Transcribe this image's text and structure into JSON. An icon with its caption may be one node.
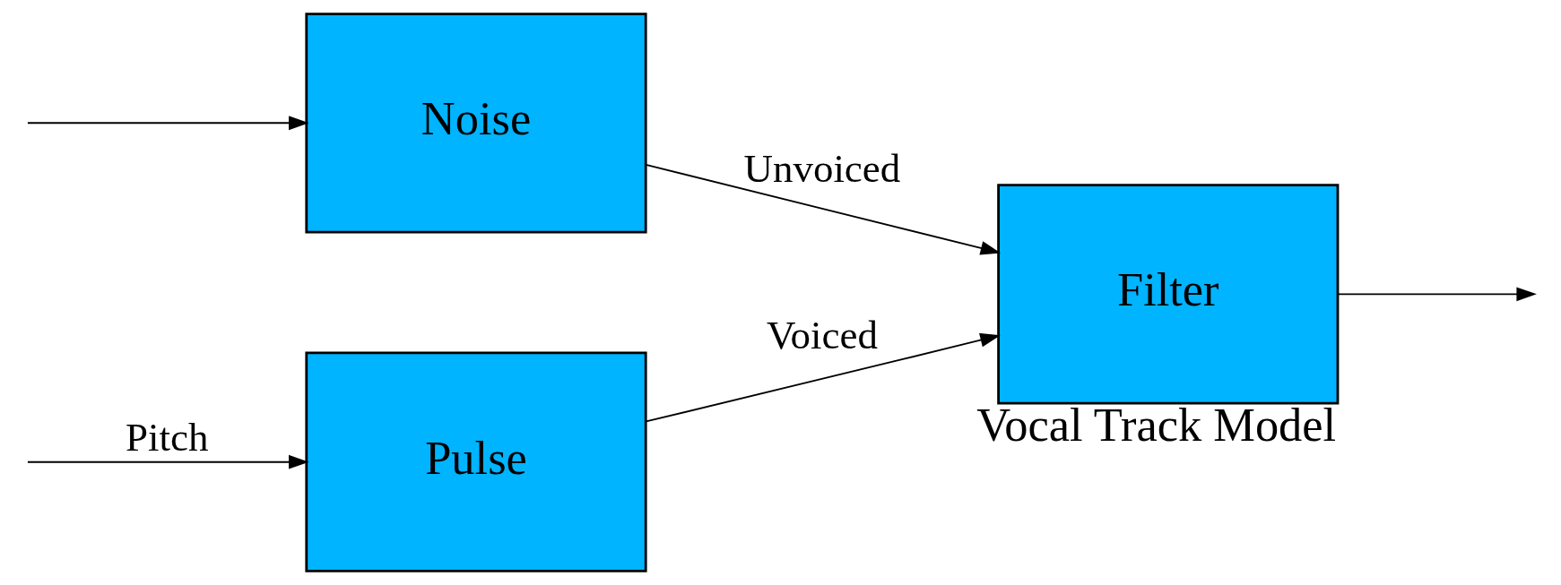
{
  "diagram": {
    "nodes": [
      {
        "text": [
          "Pulse"
        ]
      },
      {
        "text": [
          "Noise"
        ]
      },
      {
        "text": [
          "Filter"
        ],
        "beside": [
          "Vocal Track Model"
        ]
      }
    ],
    "edges": [
      {
        "from": null,
        "to": 0,
        "arrow": "to",
        "label": "Pitch"
      },
      {
        "from": null,
        "to": 1,
        "arrow": "to"
      },
      {
        "from": 0,
        "to": 2,
        "arrow": "to",
        "label": "Voiced"
      },
      {
        "from": 1,
        "to": 2,
        "arrow": "to",
        "label": "Unvoiced"
      },
      {
        "from": 2,
        "to": null,
        "arrow": "to"
      }
    ]
  }
}
